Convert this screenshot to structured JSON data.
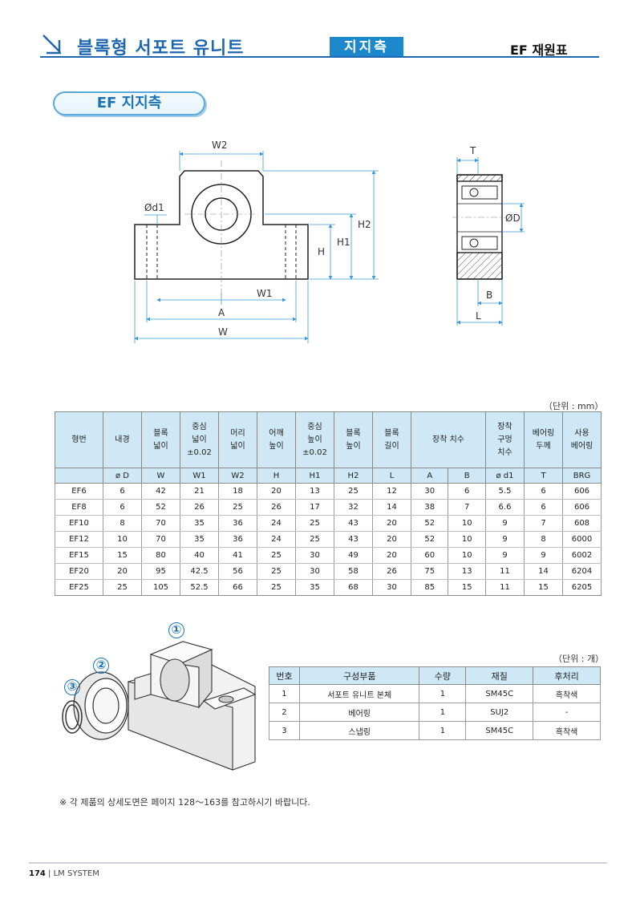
{
  "header": {
    "title": "블록형 서포트 유니트",
    "tag": "지지측",
    "right": "EF 재원표"
  },
  "section": {
    "badge": "EF 지지측"
  },
  "drawing_labels": {
    "w2": "W2",
    "d1": "Ød1",
    "h2": "H2",
    "h1": "H1",
    "h": "H",
    "w1": "W1",
    "a": "A",
    "w": "W",
    "t": "T",
    "d": "ØD",
    "b": "B",
    "l": "L"
  },
  "spec_table": {
    "unit": "（단위 : mm）",
    "headers": {
      "model": "형번",
      "bore": "내경",
      "block_width": [
        "블록",
        "넓이"
      ],
      "center_width": [
        "중심",
        "넓이",
        "±0.02"
      ],
      "head_width": [
        "머리",
        "넓이"
      ],
      "shoulder_height": [
        "어깨",
        "높이"
      ],
      "center_height": [
        "중심",
        "높이",
        "±0.02"
      ],
      "block_height": [
        "블록",
        "높이"
      ],
      "block_length": [
        "블록",
        "길이"
      ],
      "mount_size": "장착 치수",
      "mount_hole": [
        "장착",
        "구멍",
        "치수"
      ],
      "bearing_thk": [
        "베어링",
        "두께"
      ],
      "bearing_used": [
        "사용",
        "베어링"
      ]
    },
    "symbols": [
      "ø D",
      "W",
      "W1",
      "W2",
      "H",
      "H1",
      "H2",
      "L",
      "A",
      "B",
      "ø d1",
      "T",
      "BRG"
    ],
    "rows": [
      [
        "EF6",
        "6",
        "42",
        "21",
        "18",
        "20",
        "13",
        "25",
        "12",
        "30",
        "6",
        "5.5",
        "6",
        "606"
      ],
      [
        "EF8",
        "6",
        "52",
        "26",
        "25",
        "26",
        "17",
        "32",
        "14",
        "38",
        "7",
        "6.6",
        "6",
        "606"
      ],
      [
        "EF10",
        "8",
        "70",
        "35",
        "36",
        "24",
        "25",
        "43",
        "20",
        "52",
        "10",
        "9",
        "7",
        "608"
      ],
      [
        "EF12",
        "10",
        "70",
        "35",
        "36",
        "24",
        "25",
        "43",
        "20",
        "52",
        "10",
        "9",
        "8",
        "6000"
      ],
      [
        "EF15",
        "15",
        "80",
        "40",
        "41",
        "25",
        "30",
        "49",
        "20",
        "60",
        "10",
        "9",
        "9",
        "6002"
      ],
      [
        "EF20",
        "20",
        "95",
        "42.5",
        "56",
        "25",
        "30",
        "58",
        "26",
        "75",
        "13",
        "11",
        "14",
        "6204"
      ],
      [
        "EF25",
        "25",
        "105",
        "52.5",
        "66",
        "25",
        "35",
        "68",
        "30",
        "85",
        "15",
        "11",
        "15",
        "6205"
      ]
    ]
  },
  "parts_table": {
    "unit": "（단위 : 개）",
    "headers": [
      "번호",
      "구성부품",
      "수량",
      "재질",
      "후처리"
    ],
    "rows": [
      [
        "1",
        "서포트 유니트 본체",
        "1",
        "SM45C",
        "흑착색"
      ],
      [
        "2",
        "베어링",
        "1",
        "SUJ2",
        "-"
      ],
      [
        "3",
        "스냅링",
        "1",
        "SM45C",
        "흑착색"
      ]
    ]
  },
  "callouts": [
    "①",
    "②",
    "③"
  ],
  "note": "※ 각 제품의 상세도면은 페이지 128～163를 참고하시기 바랍니다.",
  "footer": {
    "page": "174",
    "brand": "LM SYSTEM"
  }
}
